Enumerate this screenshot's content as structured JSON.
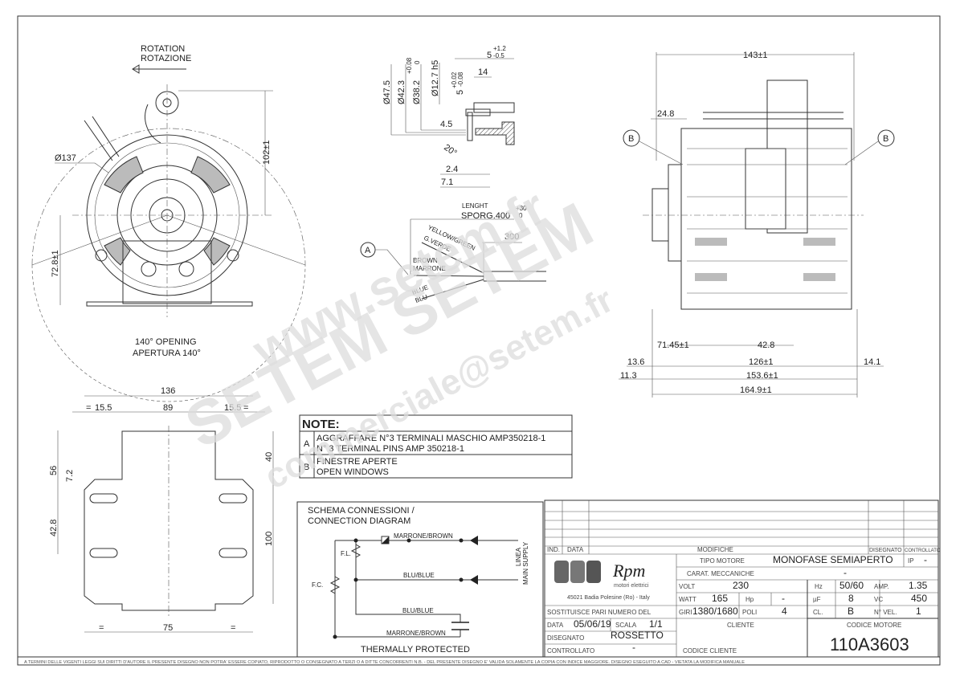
{
  "front_view": {
    "rotation": "ROTATION",
    "rotazione": "ROTAZIONE",
    "diameter": "Ø137",
    "height_top": "102±1",
    "height_bottom": "72.8±1",
    "opening_en": "140° OPENING",
    "opening_it": "APERTURA 140°"
  },
  "shaft_detail": {
    "d1": "Ø47.5",
    "d2": "Ø42.3",
    "d3": "Ø38.2",
    "d3_tol_up": "+0.08",
    "d3_tol_low": "0",
    "d4": "Ø12.7 h5",
    "w1": "5",
    "w1_tol_up": "+0.02",
    "w1_tol_low": "-0.08",
    "w2": "5",
    "w2_tol_up": "+1.2",
    "w2_tol_low": "-0.5",
    "l14": "14",
    "l45": "4.5",
    "angle": "20°",
    "l24": "2.4",
    "l71": "7.1"
  },
  "cable": {
    "length_label": "LENGHT",
    "sporg": "SPORG.400",
    "tol_up": "+30",
    "tol_low": "0",
    "l300": "300",
    "marker": "A",
    "yellow_green": "YELLOW/GREEN",
    "g_verde": "G.VERDE",
    "brown": "BROWN",
    "marrone": "MARRONE",
    "blue": "BLUE",
    "blu": "BLU"
  },
  "side_view": {
    "width": "143±1",
    "offset": "24.8",
    "marker_b": "B",
    "d7145": "71.45±1",
    "d428": "42.8",
    "d136": "13.6",
    "d126": "126±1",
    "d141": "14.1",
    "d113": "11.3",
    "d1536": "153.6±1",
    "d1649": "164.9±1"
  },
  "base_plate": {
    "w136": "136",
    "eq": "=",
    "w155a": "15.5",
    "w89": "89",
    "w155b": "15.5",
    "h56": "56",
    "h72": "7.2",
    "h428": "42.8",
    "h40": "40",
    "h100": "100",
    "w75": "75"
  },
  "note": {
    "title": "NOTE:",
    "rows": [
      {
        "key": "A",
        "line1": "AGGRAFFARE N°3 TERMINALI MASCHIO AMP350218-1",
        "line2": "N° 3 TERMINAL PINS AMP 350218-1"
      },
      {
        "key": "B",
        "line1": "FINESTRE APERTE",
        "line2": "OPEN WINDOWS"
      }
    ]
  },
  "connection": {
    "title1": "SCHEMA CONNESSIONI /",
    "title2": "CONNECTION DIAGRAM",
    "marrone_brown_top": "MARRONE/BROWN",
    "blu_blue_mid": "BLU/BLUE",
    "blu_blue_low": "BLU/BLUE",
    "marrone_brown_low": "MARRONE/BROWN",
    "fl": "F.L.",
    "fc": "F.C.",
    "linea": "LINEA",
    "main_supply": "MAIN SUPPLY",
    "footer": "THERMALLY PROTECTED"
  },
  "title_block": {
    "ind": "IND.",
    "data": "DATA",
    "modifiche": "MODIFICHE",
    "disegnato": "DISEGNATO",
    "controllato": "CONTROLLATO",
    "logo_text": "Rpm",
    "logo_sub": "motori elettrici",
    "address": "45021 Badia Polesine (Ro) - Italy",
    "tipo_motore_label": "TIPO MOTORE",
    "tipo_motore": "MONOFASE SEMIAPERTO",
    "ip_label": "IP",
    "ip": "-",
    "carat_label": "CARAT. MECCANICHE",
    "carat": "-",
    "volt_label": "VOLT",
    "volt": "230",
    "hz_label": "Hz",
    "hz": "50/60",
    "amp_label": "AMP.",
    "amp": "1.35",
    "watt_label": "WATT",
    "watt": "165",
    "hp_label": "Hp",
    "hp": "-",
    "uf_label": "µF",
    "uf": "8",
    "vc_label": "VC",
    "vc": "450",
    "giri_label": "GIRI",
    "giri": "1380/1680",
    "poli_label": "POLI",
    "poli": "4",
    "cl_label": "CL.",
    "cl": "B",
    "nvel_label": "N° VEL.",
    "nvel": "1",
    "sostituisce": "SOSTITUISCE PARI NUMERO DEL",
    "date_label": "DATA",
    "date": "05/06/19",
    "scala_label": "SCALA",
    "scala": "1/1",
    "disegnato_label": "DISEGNATO",
    "disegnato_by": "ROSSETTO",
    "controllato_label": "CONTROLLATO",
    "controllato_by": "-",
    "cliente_label": "CLIENTE",
    "codice_cliente_label": "CODICE CLIENTE",
    "codice_motore_label": "CODICE MOTORE",
    "codice_motore": "110A3603"
  },
  "footer": "A TERMINI DELLE VIGENTI LEGGI SUI DIRITTI D'AUTORE IL PRESENTE DISEGNO NON POTRA' ESSERE COPIATO, RIPRODOTTO O CONSEGNATO A TERZI O A DITTE CONCORRENTI N.B. - DEL PRESENTE DISEGNO E' VALIDA SOLAMENTE LA COPIA CON INDICE MAGGIORE. DISEGNO ESEGUITO A CAD - VIETATA LA MODIFICA MANUALE",
  "watermark": {
    "site": "www.setem.fr",
    "brand": "SETEM SETEM",
    "email": "commerciale@setem.fr"
  }
}
